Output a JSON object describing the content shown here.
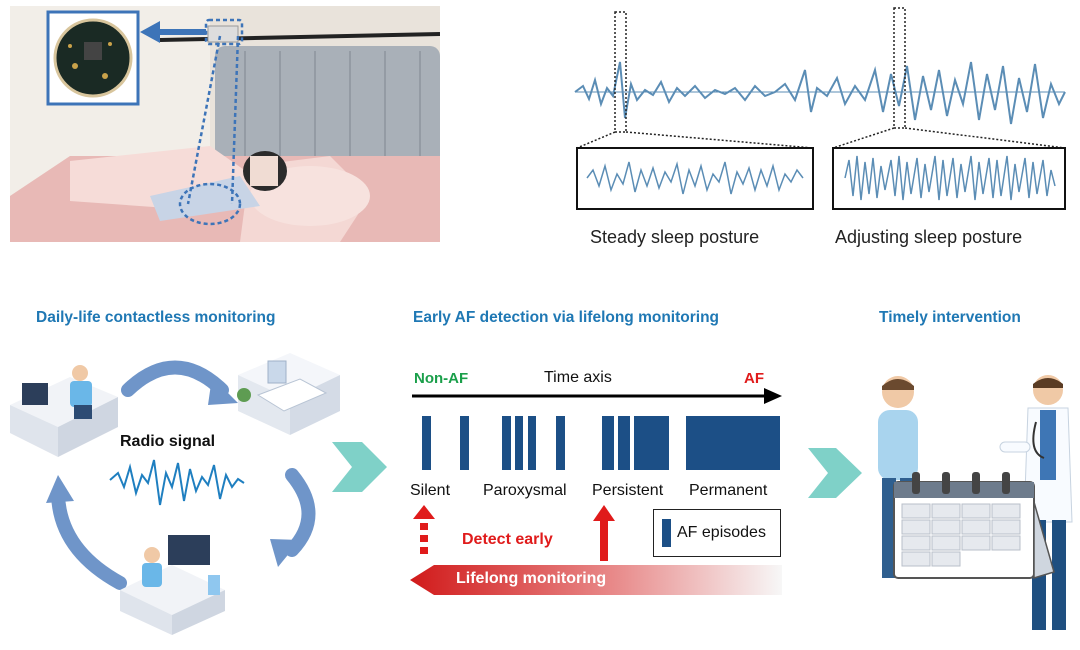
{
  "top": {
    "captions": {
      "steady": "Steady sleep posture",
      "adjusting": "Adjusting sleep posture"
    }
  },
  "panels": {
    "left": {
      "title": "Daily-life contactless monitoring",
      "radio_label": "Radio signal"
    },
    "middle": {
      "title": "Early AF detection via lifelong monitoring",
      "axis_label": "Time axis",
      "non_af_label": "Non-AF",
      "af_label": "AF",
      "stages": [
        "Silent",
        "Paroxysmal",
        "Persistent",
        "Permanent"
      ],
      "legend_label": "AF episodes",
      "detect_label": "Detect early",
      "lifelong_label": "Lifelong monitoring"
    },
    "right": {
      "title": "Timely intervention"
    }
  },
  "colors": {
    "title_blue": "#1f78b4",
    "signal_blue": "#5b8db5",
    "episode_blue": "#1c4f86",
    "green": "#1a9f4a",
    "red": "#e01b1b",
    "arrow_teal": "#7fd1c8"
  }
}
